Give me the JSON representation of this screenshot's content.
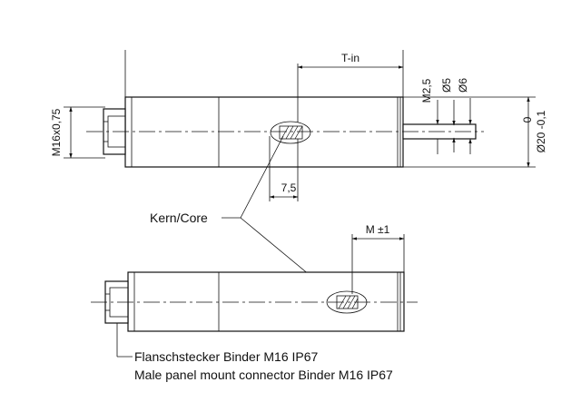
{
  "dimensions": {
    "t_in": "T-in",
    "m25": "M2,5",
    "d5": "Ø5",
    "d6": "Ø6",
    "zero": "0",
    "d20": "Ø20 -0,1",
    "m16": "M16x0,75",
    "seven_five": "7,5",
    "m_pm1": "M ±1"
  },
  "labels": {
    "core": "Kern/Core",
    "connector_de": "Flanschstecker Binder M16 IP67",
    "connector_en": "Male panel mount connector Binder M16 IP67"
  },
  "colors": {
    "line": "#111111",
    "background": "#ffffff"
  }
}
